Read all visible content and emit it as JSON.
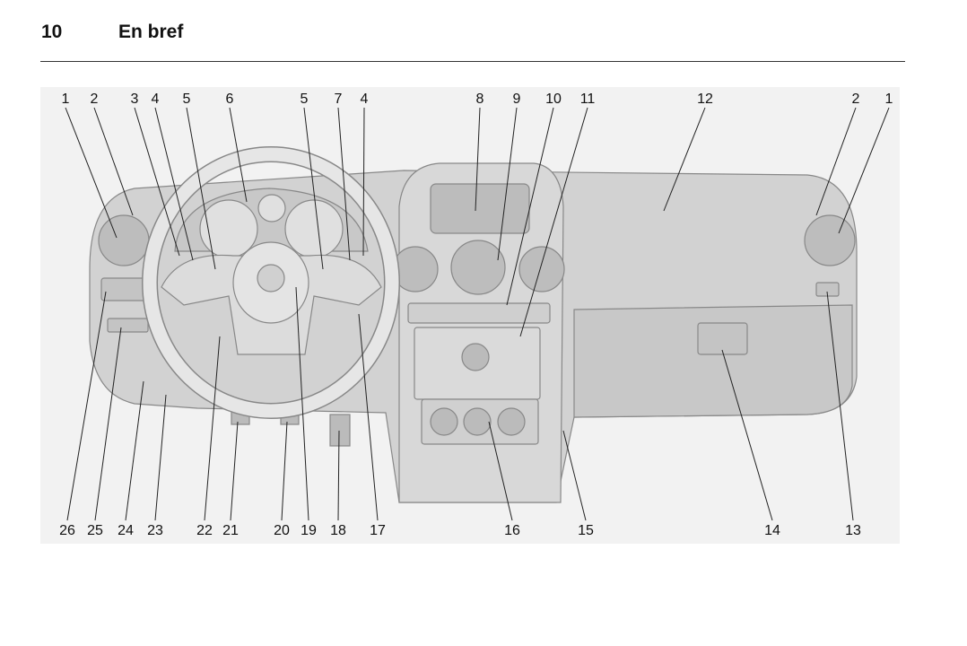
{
  "header": {
    "page_number": "10",
    "title": "En bref"
  },
  "figure": {
    "top_labels": [
      "1",
      "2",
      "3",
      "4",
      "5",
      "6",
      "5",
      "7",
      "4",
      "8",
      "9",
      "10",
      "11",
      "12",
      "2",
      "1"
    ],
    "bottom_labels": [
      "26",
      "25",
      "24",
      "23",
      "22",
      "21",
      "20",
      "19",
      "18",
      "17",
      "16",
      "15",
      "14",
      "13"
    ]
  }
}
